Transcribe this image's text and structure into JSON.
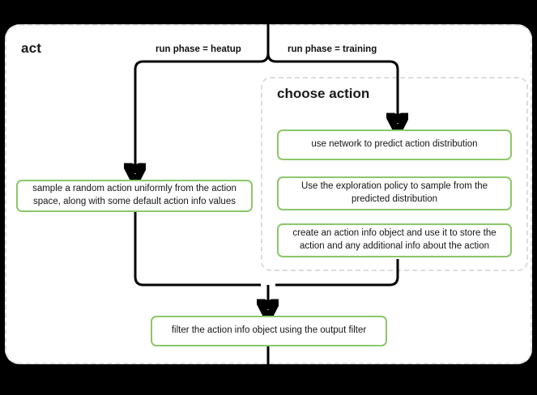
{
  "diagram": {
    "title": "act",
    "subgraph": {
      "title": "choose action"
    },
    "edge_labels": {
      "left": "run phase = heatup",
      "right": "run phase = training"
    },
    "nodes": {
      "sample_random": "sample a random action uniformly from the action space, along with some default action info values",
      "use_network": "use network to predict action distribution",
      "exploration_policy": "Use the exploration policy to sample from the predicted distribution",
      "create_action_info": "create an action info object and use it to store the action and any additional info about the action",
      "filter_action_info": "filter the action info object using the output filter"
    },
    "colors": {
      "node_border": "#8cc76a",
      "node_fill": "#ffffff",
      "container_border": "#e0e0e0",
      "edge_stroke": "#000000",
      "canvas": "#000000"
    }
  }
}
